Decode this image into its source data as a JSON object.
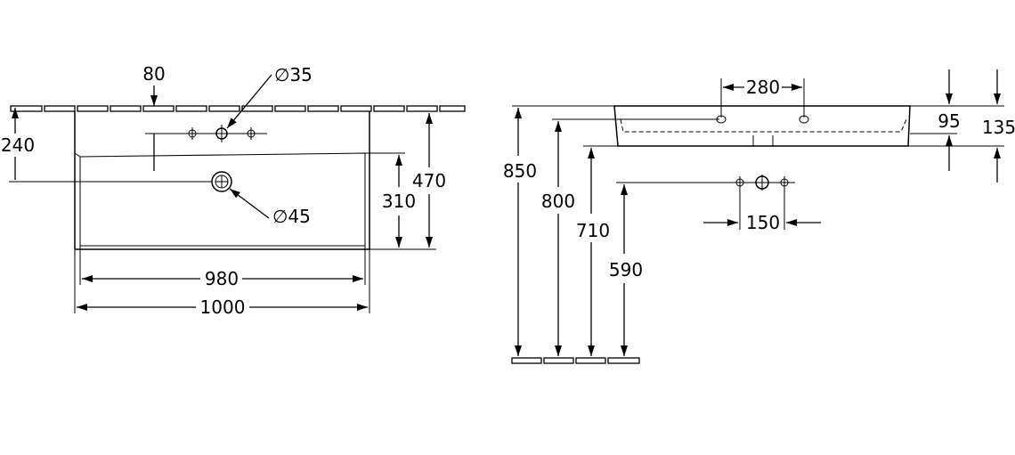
{
  "front_view": {
    "dims": {
      "tap_offset": "80",
      "tap_hole_dia": "∅35",
      "overall_depth_left": "240",
      "overall_depth": "470",
      "bowl_depth": "310",
      "waste_dia": "∅45",
      "bowl_width": "980",
      "overall_width": "1000"
    }
  },
  "side_view": {
    "dims": {
      "tap_spacing": "280",
      "rim_thickness": "95",
      "overall_height": "135",
      "height_top": "850",
      "height_inner": "800",
      "height_bowl": "710",
      "height_tap": "590",
      "hole_spacing": "150"
    }
  }
}
